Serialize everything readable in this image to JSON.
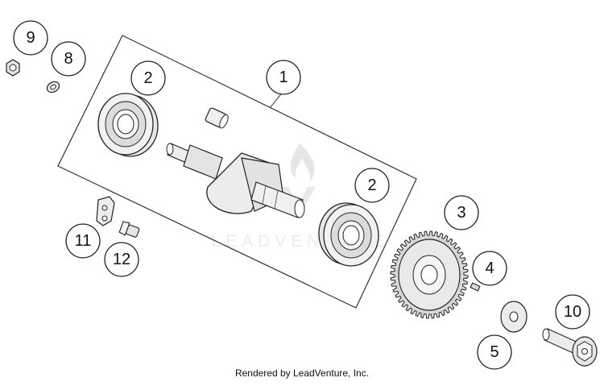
{
  "callouts": {
    "c1": "1",
    "c2a": "2",
    "c2b": "2",
    "c3": "3",
    "c4": "4",
    "c5": "5",
    "c8": "8",
    "c9": "9",
    "c10": "10",
    "c11": "11",
    "c12": "12"
  },
  "watermark": "LEADVENTURE",
  "credit": "Rendered by LeadVenture, Inc."
}
